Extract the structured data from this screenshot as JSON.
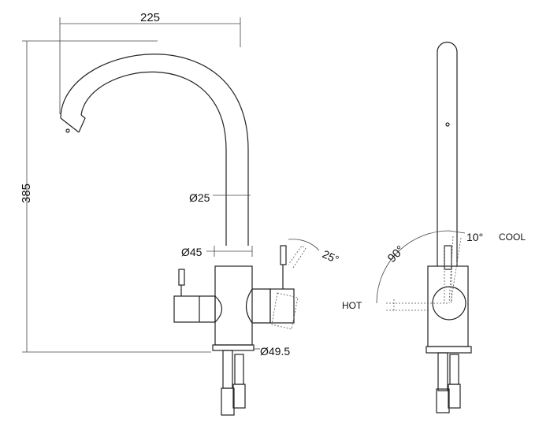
{
  "dimensions": {
    "spout_reach": "225",
    "height": "385",
    "spout_diameter": "Ø25",
    "body_diameter": "Ø45",
    "base_diameter": "Ø49.5",
    "lever_angle_front": "25°",
    "lever_angle_side": "90°",
    "cool_angle": "10°"
  },
  "labels": {
    "hot": "HOT",
    "cool": "COOL"
  }
}
